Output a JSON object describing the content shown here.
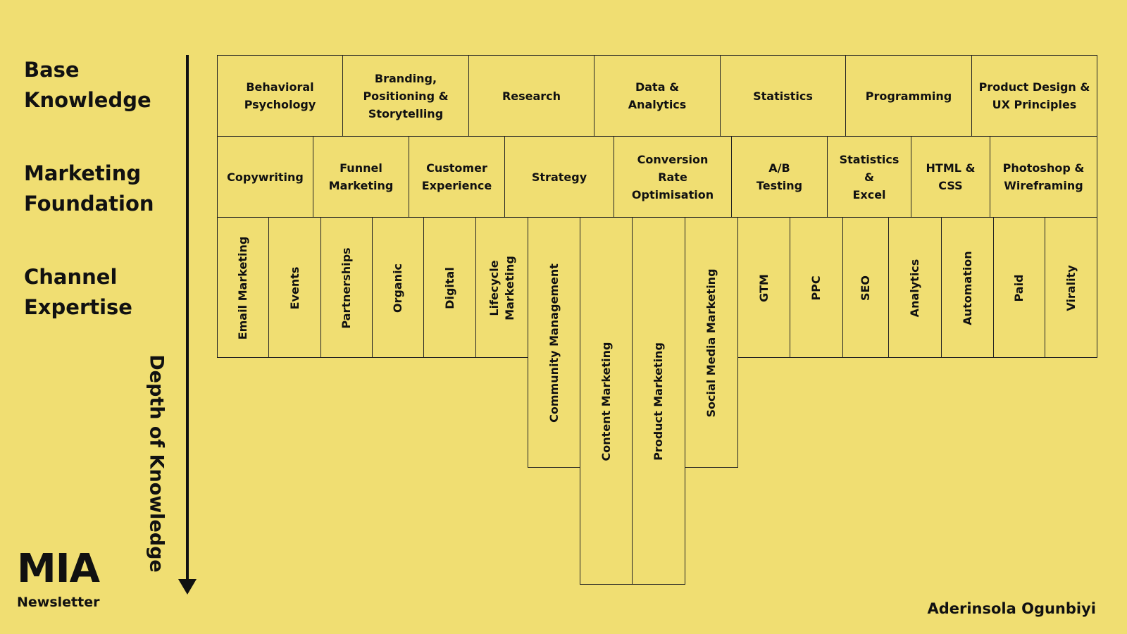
{
  "row_labels": {
    "base": "Base\nKnowledge",
    "foundation": "Marketing\nFoundation",
    "channel": "Channel\nExpertise"
  },
  "axis_label": "Depth of Knowledge",
  "base_knowledge": [
    "Behavioral\nPsychology",
    "Branding,\nPositioning &\nStorytelling",
    "Research",
    "Data &\nAnalytics",
    "Statistics",
    "Programming",
    "Product Design &\nUX Principles"
  ],
  "marketing_foundation": [
    "Copywriting",
    "Funnel\nMarketing",
    "Customer\nExperience",
    "Strategy",
    "Conversion\nRate\nOptimisation",
    "A/B\nTesting",
    "Statistics\n&\nExcel",
    "HTML &\nCSS",
    "Photoshop &\nWireframing"
  ],
  "channel_expertise": [
    {
      "label": "Email Marketing",
      "depth": 1
    },
    {
      "label": "Events",
      "depth": 1
    },
    {
      "label": "Partnerships",
      "depth": 1
    },
    {
      "label": "Organic",
      "depth": 1
    },
    {
      "label": "Digital",
      "depth": 1
    },
    {
      "label": "Lifecycle\nMarketing",
      "depth": 1
    },
    {
      "label": "Community Management",
      "depth": 2
    },
    {
      "label": "Content Marketing",
      "depth": 3
    },
    {
      "label": "Product Marketing",
      "depth": 3
    },
    {
      "label": "Social Media Marketing",
      "depth": 2
    },
    {
      "label": "GTM",
      "depth": 1
    },
    {
      "label": "PPC",
      "depth": 1
    },
    {
      "label": "SEO",
      "depth": 1
    },
    {
      "label": "Analytics",
      "depth": 1
    },
    {
      "label": "Automation",
      "depth": 1
    },
    {
      "label": "Paid",
      "depth": 1
    },
    {
      "label": "Virality",
      "depth": 1
    }
  ],
  "logo": {
    "mark": "MIA",
    "sub": "Newsletter"
  },
  "author": "Aderinsola Ogunbiyi"
}
